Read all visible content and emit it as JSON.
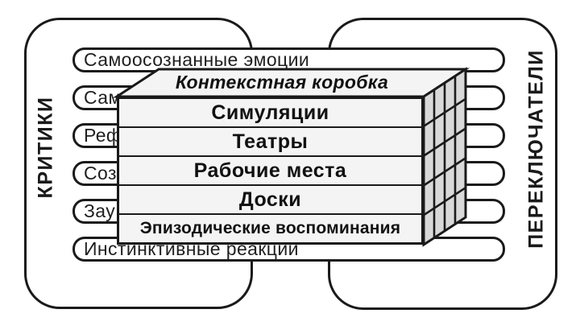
{
  "diagram": {
    "left_panel_label": "КРИТИКИ",
    "right_panel_label": "ПЕРЕКЛЮЧАТЕЛИ",
    "levels": [
      {
        "label": "Самоосознанные эмоции"
      },
      {
        "label": "Сам"
      },
      {
        "label": "Реф"
      },
      {
        "label": "Соз"
      },
      {
        "label": "Зау"
      },
      {
        "label": "Инстинктивные реакции"
      }
    ],
    "context_box": {
      "title": "Контекстная коробка",
      "layers": [
        "Симуляции",
        "Театры",
        "Рабочие места",
        "Доски",
        "Эпизодические воспоминания"
      ]
    },
    "colors": {
      "line": "#1a1a1a",
      "face_fill": "#f4f4f4",
      "side_cell_fill": "#d9d9d9",
      "background": "#ffffff"
    }
  }
}
